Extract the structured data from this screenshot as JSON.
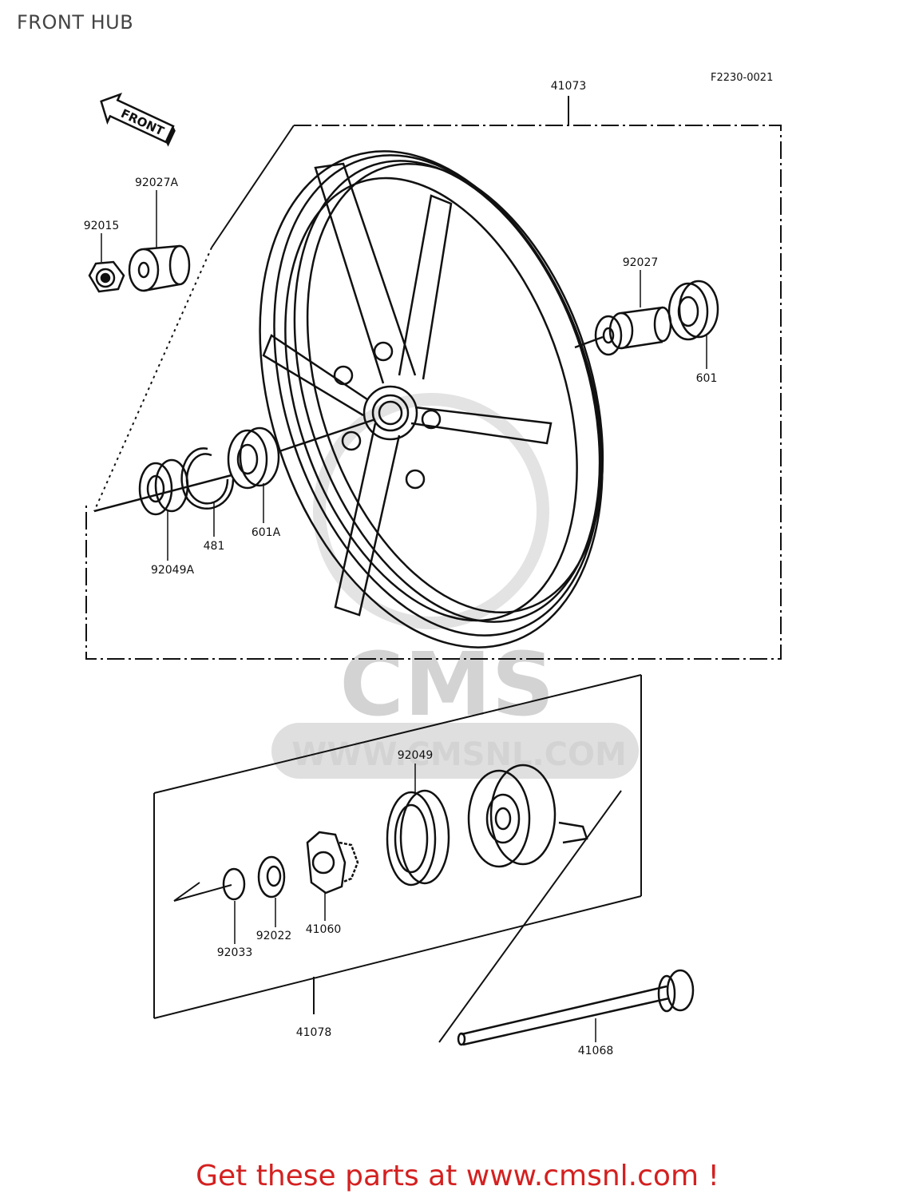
{
  "page": {
    "title": "FRONT HUB"
  },
  "diagram": {
    "drawing_code": "F2230-0021",
    "front_arrow_label": "FRONT",
    "watermark": {
      "brand": "CMS",
      "url": "WWW.CMSNL.COM"
    },
    "parts": {
      "p41073": "41073",
      "p92015": "92015",
      "p92027A": "92027A",
      "p92027": "92027",
      "p601": "601",
      "p601A": "601A",
      "p481": "481",
      "p92049A": "92049A",
      "p92049": "92049",
      "p92033": "92033",
      "p92022": "92022",
      "p41060": "41060",
      "p41078": "41078",
      "p41068": "41068"
    }
  },
  "footer": {
    "cta": "Get these parts at www.cmsnl.com !",
    "link_color": "#d42020"
  }
}
